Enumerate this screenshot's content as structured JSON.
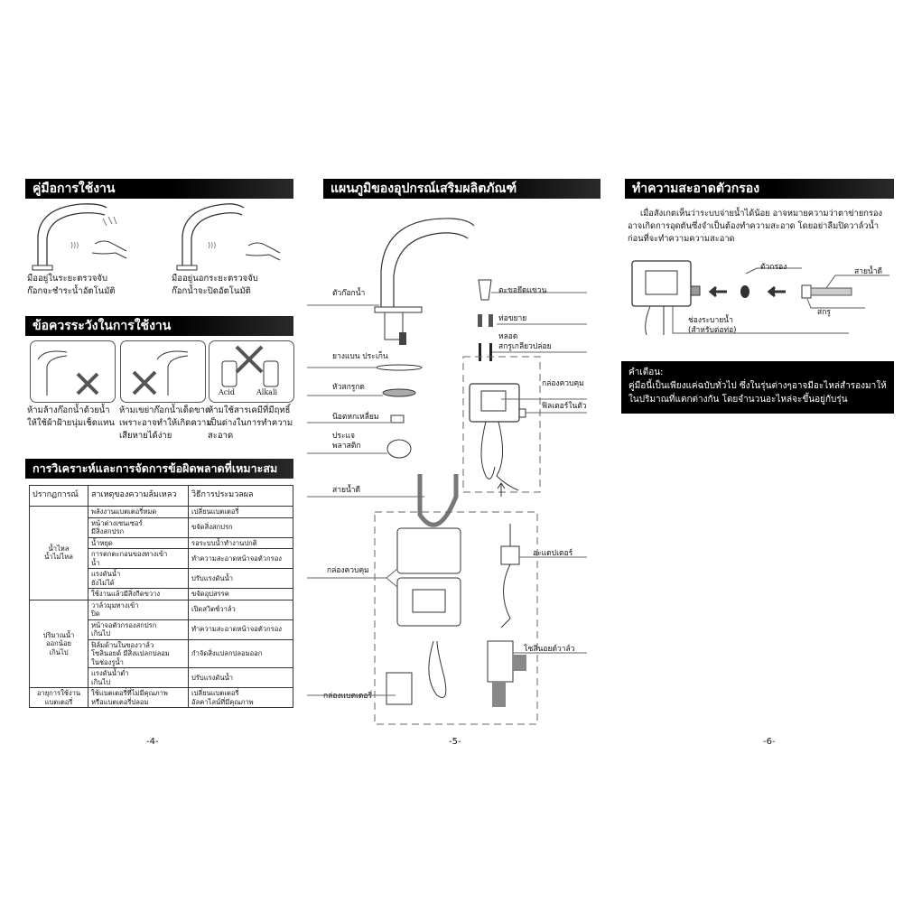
{
  "page4": {
    "usage_title": "คู่มือการใช้งาน",
    "usage_captions": [
      "มืออยู่ในระยะตรวจจับ\nก๊อกจะชำระน้ำอัตโนมัติ",
      "มืออยู่นอกระยะตรวจจับ\nก๊อกน้ำจะปิดอัตโนมัติ"
    ],
    "caution_title": "ข้อควรระวังในการใช้งาน",
    "caution_labels": {
      "acid": "Acid",
      "alkali": "Alkali"
    },
    "caution_captions": [
      "ห้ามล้างก๊อกน้ำด้วยน้ำ\nให้ใช้ผ้าฝ้ายนุ่มเช็ดแทน",
      "ห้ามเขย่าก๊อกน้ำเด็ดขาด\nเพราะอาจทำให้เกิดความ\nเสียหายได้ง่าย",
      "ห้ามใช้สารเคมีที่มีฤทธิ์\nเป็นด่างในการทำความ\nสะอาด"
    ],
    "troubleshoot_title": "การวิเคราะห์และการจัดการข้อผิดพลาดที่เหมาะสม",
    "table": {
      "headers": [
        "ปรากฏการณ์",
        "สาเหตุของความล้มเหลว",
        "วิธีการประมวลผล"
      ],
      "groups": [
        {
          "phenomenon": "น้ำไหล\nน้ำไม่ไหล",
          "rows": [
            {
              "cause": "พลังงานแบตเตอรี่หมด",
              "fix": "เปลี่ยนแบตเตอรี่"
            },
            {
              "cause": "หน้าต่างเซนเซอร์\nมีสิ่งสกปรก",
              "fix": "ขจัดสิ่งสกปรก"
            },
            {
              "cause": "น้ำหยุด",
              "fix": "รอระบบน้ำทำงานปกติ"
            },
            {
              "cause": "การตกตะกอนของทางเข้า\nน้ำ",
              "fix": "ทำความสะอาดหน้าจอตัวกรอง"
            },
            {
              "cause": "แรงดันน้ำ\nยังไม่ได้",
              "fix": "ปรับแรงดันน้ำ"
            },
            {
              "cause": "ใช้งานแล้วมีสิ่งกีดขวาง",
              "fix": "ขจัดอุปสรรค"
            }
          ]
        },
        {
          "phenomenon": "ปริมาณน้ำ\nออกน้อย\nเกินไป",
          "rows": [
            {
              "cause": "วาล์วมุมทางเข้า\nปิด",
              "fix": "เปิดสวิตช์วาล์ว"
            },
            {
              "cause": "หน้าจอตัวกรองสกปรก\nเกินไป",
              "fix": "ทำความสะอาดหน้าจอตัวกรอง"
            },
            {
              "cause": "ฟิล์มด้านในของวาล์ว\nโซลินอยด์ มีสิ่งแปลกปลอม\nในช่องรูน้ำ",
              "fix": "กำจัดสิ่งแปลกปลอมออก"
            },
            {
              "cause": "แรงดันน้ำต่ำ\nเกินไป",
              "fix": "ปรับแรงดันน้ำ"
            }
          ]
        },
        {
          "phenomenon": "อายุการใช้งาน\nแบตเตอรี่",
          "rows": [
            {
              "cause": "ใช้แบตเตอรี่ที่ไม่มีคุณภาพ\nหรือแบตเตอรี่ปลอม",
              "fix": "เปลี่ยนแบตเตอรี่\nอัลคาไลน์ที่มีคุณภาพ"
            }
          ]
        }
      ]
    },
    "page_number": "-4-"
  },
  "page5": {
    "title": "แผนภูมิของอุปกรณ์เสริมผลิตภัณฑ์",
    "labels": {
      "faucet": "ตัวก๊อกน้ำ",
      "gasket": "ยางแบน ประเก็น",
      "screw_head": "หัวสกรูกด",
      "hex_nut": "น๊อตหกเหลี่ยม",
      "plastic_wrench": "ประแจ\nพลาสติก",
      "hose": "สายน้ำดี",
      "bracket": "ตะขอยึดแขวน",
      "anchors": "ท่อขยาย",
      "screws": "หลอด\nสกรูเกลียวปล่อย",
      "control_box_top": "กล่องควบคุม",
      "builtin_filter": "ฟิลเตอร์ในตัว",
      "control_box_bottom": "กล่องควบคุม",
      "adapter": "อะแดปเตอร์",
      "solenoid": "โซลินอยด์วาล์ว",
      "battery_box": "กล่องแบตเตอรี่"
    },
    "page_number": "-5-"
  },
  "page6": {
    "title": "ทำความสะอาดตัวกรอง",
    "paragraph": "เมื่อสังเกตเห็นว่าระบบจ่ายน้ำได้น้อย อาจหมายความว่าตาข่ายกรองอาจเกิดการอุดตันซึ่งจำเป็นต้องทำความสะอาด โดยอย่าลืมปิดวาล์วน้ำก่อนที่จะทำความความสะอาด",
    "labels": {
      "filter": "ตัวกรอง",
      "hose": "สายน้ำดี",
      "screw": "สกรู",
      "drain": "ช่องระบายน้ำ\n(สำหรับต่อท่อ)"
    },
    "warning_title": "คำเตือน:",
    "warning_text": "คู่มือนี้เป็นเพียงแค่ฉบับทั่วไป ซึ่งในรุ่นต่างๆอาจมีอะไหล่สำรองมาให้ในปริมาณที่แตกต่างกัน โดยจำนวนอะไหล่จะขึ้นอยู่กับรุ่น",
    "page_number": "-6-"
  }
}
